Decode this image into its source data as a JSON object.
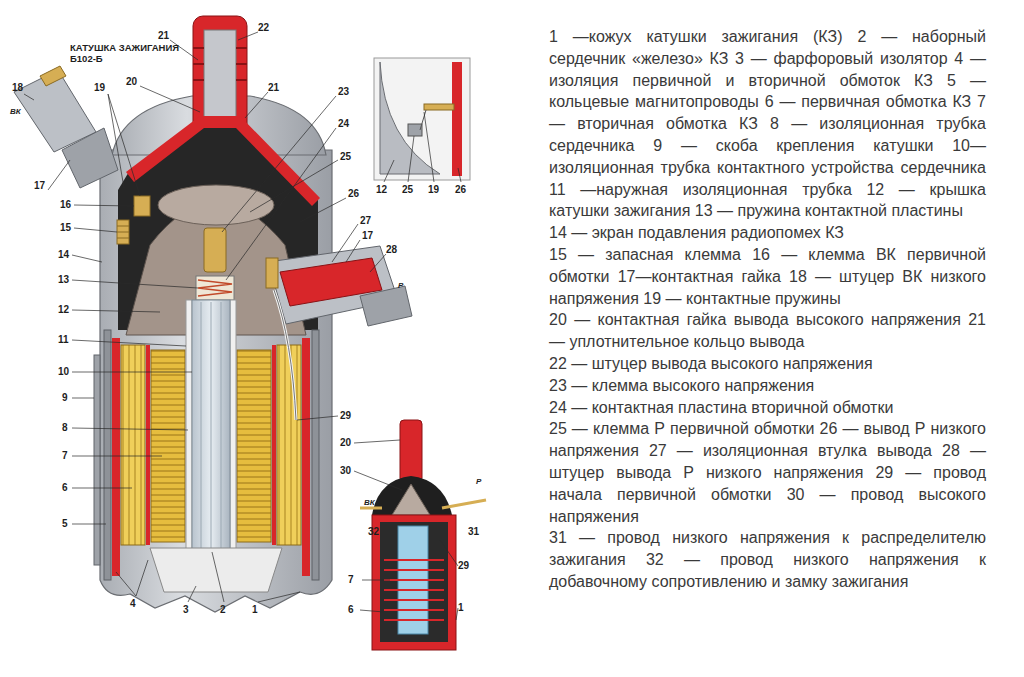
{
  "diagram": {
    "title": "КАТУШКА ЗАЖИГАНИЯ Б102-Б",
    "labels": [
      "21",
      "22",
      "20",
      "18",
      "ВК",
      "19",
      "21",
      "23",
      "24",
      "25",
      "17",
      "16",
      "26",
      "15",
      "27",
      "17",
      "28",
      "14",
      "Р",
      "13",
      "12",
      "11",
      "10",
      "9",
      "8",
      "7",
      "6",
      "5",
      "29",
      "4",
      "3",
      "2",
      "1",
      "12",
      "25",
      "19",
      "26",
      "20",
      "30",
      "ВК",
      "Р",
      "32",
      "31",
      "7",
      "29",
      "6",
      "1",
      "1 —кожух катушки зажигания (КЗ)",
      "2 — наборный сердечник «железо» КЗ",
      "3 — фарфоровый изолятор",
      "4 — изоляция первичной и вторичной обмоток КЗ",
      "5 — кольцевые магнитопроводы",
      "6 — первичная обмотка КЗ",
      "7 — вторичная обмотка КЗ",
      "8 — изоляционная трубка сердечника",
      "9 — скоба крепления катушки",
      "10—изоляционная трубка контактного устройства сердечника",
      "11 —наружная изоляционная трубка",
      "12 — крышка катушки зажигания",
      "13 — пружина контактной пластины",
      "14 — экран подавления радиопомех КЗ",
      "15 — запасная клемма",
      "16 — клемма ВК первичной обмотки",
      "17—контактная гайка",
      "18 — штуцер ВК низкого напряжения",
      "19 — контактные пружины",
      "20 — контактная гайка вывода высокого напряжения",
      "21 — уплотнительное кольцо вывода",
      "22 — штуцер вывода высокого напряжения",
      "23 — клемма высокого напряжения",
      "24 — контактная пластина вторичной обмотки",
      "25 — клемма Р первичной обмотки",
      "26 — вывод Р низкого напряжения",
      "27 — изоляционная втулка вывода",
      "28 — штуцер вывода Р низкого напряжения",
      "29 — провод начала первичной обмотки",
      "30 — провод высокого напряжения",
      "31 — провод низкого напряжения к распределителю зажигания",
      "32 — провод низкого напряжения к добавочному сопротивлению и замку зажигания"
    ]
  }
}
